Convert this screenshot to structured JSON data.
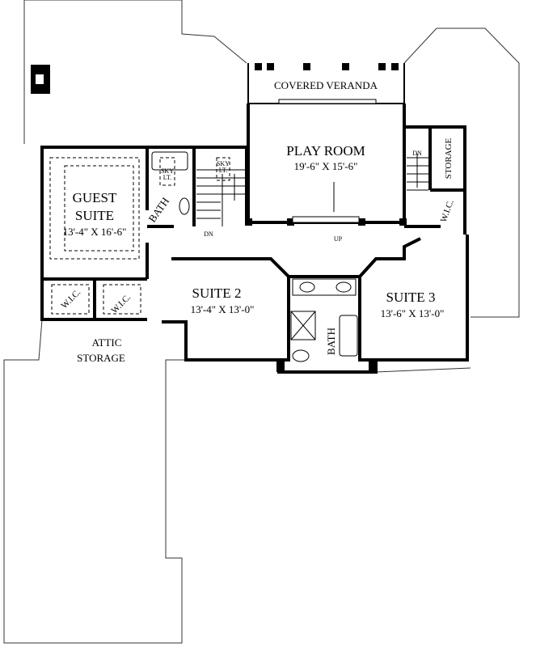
{
  "plan": {
    "rooms": {
      "covered_veranda": "COVERED VERANDA",
      "play_room": "PLAY ROOM",
      "play_room_dim": "19'-6\" X 15'-6\"",
      "guest_suite_1": "GUEST",
      "guest_suite_2": "SUITE",
      "guest_suite_dim": "13'-4\" X 16'-6\"",
      "suite2": "SUITE 2",
      "suite2_dim": "13'-4\" X 13'-0\"",
      "suite3": "SUITE 3",
      "suite3_dim": "13'-6\" X 13'-0\"",
      "bath_guest": "BATH",
      "bath_center": "BATH",
      "wic_1": "W.I.C.",
      "wic_2": "W.I.C.",
      "wic_3": "W.I.C.",
      "storage": "STORAGE",
      "attic_1": "ATTIC",
      "attic_2": "STORAGE"
    },
    "annotations": {
      "sky_1a": "SKY",
      "sky_1b": "LT.",
      "sky_2a": "SKY",
      "sky_2b": "LT.",
      "dn_left": "DN",
      "dn_right": "DN",
      "up": "UP"
    }
  }
}
